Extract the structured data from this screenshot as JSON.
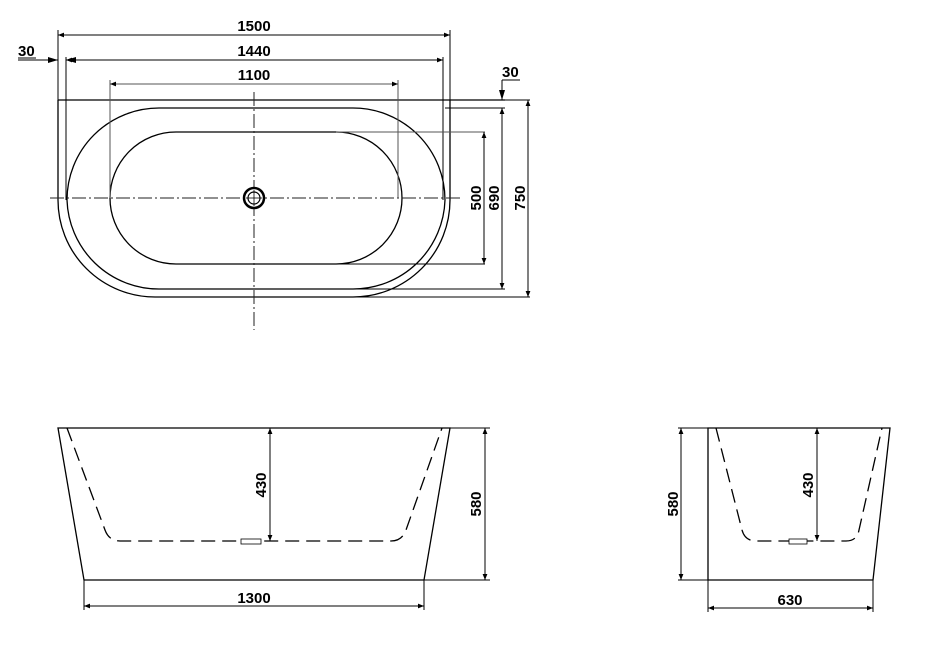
{
  "drawing": {
    "type": "bathtub technical drawing",
    "units": "mm",
    "colors": {
      "line": "#000000",
      "background": "#ffffff"
    },
    "plan_view": {
      "dims": {
        "overall_length": "1500",
        "inner_rim_length": "1440",
        "basin_length": "1100",
        "rim_left": "30",
        "rim_right": "30",
        "basin_width": "500",
        "inner_width": "690",
        "overall_width": "750"
      },
      "features": [
        "drain-outlet",
        "centerline-horizontal",
        "centerline-vertical"
      ]
    },
    "front_elevation": {
      "dims": {
        "depth": "430",
        "height": "580",
        "base_length": "1300"
      }
    },
    "side_elevation": {
      "dims": {
        "height": "580",
        "depth": "430",
        "base_width": "630"
      }
    }
  }
}
